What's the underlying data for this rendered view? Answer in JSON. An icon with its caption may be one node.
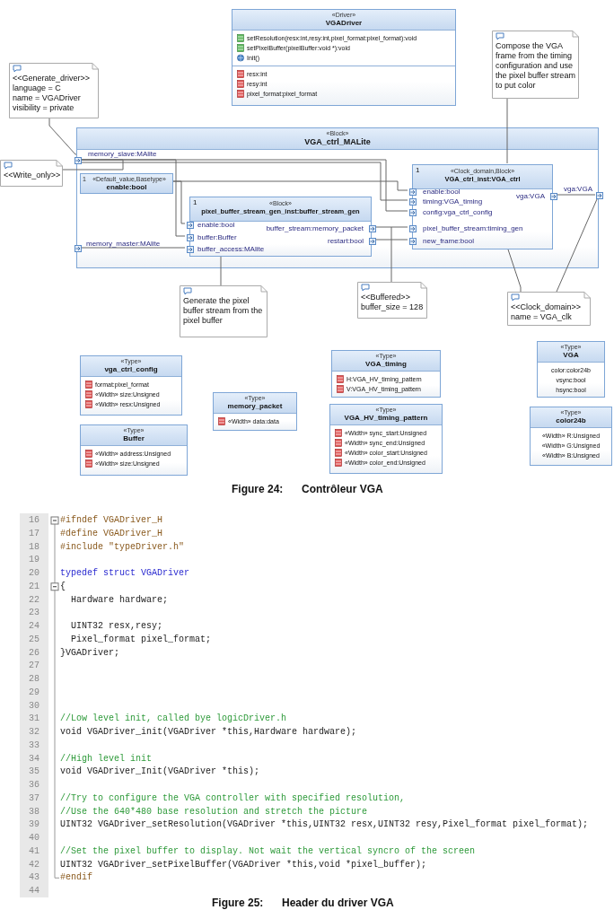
{
  "diagram": {
    "nodes": [
      {
        "text": [
          "<<Generate_driver>>",
          "language = C",
          "name = VGADriver",
          "visibility = private"
        ]
      },
      {
        "text": [
          "«Driver»",
          "VGADriver",
          "setResolution(resx:int,resy:int,pixel_format:pixel_format):void",
          "setPixelBuffer(pixelBuffer:void *):void",
          "Init()",
          "resx:int",
          "resy:int",
          "pixel_format:pixel_format"
        ]
      },
      {
        "text": [
          "Compose the VGA frame from the timing configuration and use the pixel buffer stream to put color"
        ]
      },
      {
        "text": [
          "<<Write_only>>"
        ]
      },
      {
        "text": [
          "«Block»",
          "VGA_ctrl_MALite"
        ]
      },
      {
        "text": [],
        "shape": "box",
        "beside": [
          "memory_slave:MAlite"
        ],
        "in": 4
      },
      {
        "text": [],
        "shape": "box",
        "beside": [
          "memory_master:MAlite"
        ],
        "in": 4
      },
      {
        "text": [
          "1",
          "«Default_value,Basetype»",
          "enable:bool"
        ],
        "in": 4
      },
      {
        "text": [
          "1",
          "«Block»",
          "pixel_buffer_stream_gen_inst:buffer_stream_gen"
        ],
        "in": 4
      },
      {
        "text": [],
        "shape": "box",
        "beside": [
          "enable:bool"
        ],
        "in": 8
      },
      {
        "text": [],
        "shape": "box",
        "beside": [
          "buffer:Buffer"
        ],
        "in": 8
      },
      {
        "text": [],
        "shape": "box",
        "beside": [
          "buffer_access:MAlite"
        ],
        "in": 8
      },
      {
        "text": [],
        "shape": "box",
        "beside": [
          "buffer_stream:memory_packet"
        ],
        "in": 8
      },
      {
        "text": [],
        "shape": "box",
        "beside": [
          "restart:bool"
        ],
        "in": 8
      },
      {
        "text": [
          "1",
          "«Clock_domain,Block»",
          "VGA_ctrl_inst:VGA_ctrl"
        ],
        "in": 4
      },
      {
        "text": [],
        "shape": "box",
        "beside": [
          "enable:bool"
        ],
        "in": 14
      },
      {
        "text": [],
        "shape": "box",
        "beside": [
          "timing:VGA_timing"
        ],
        "in": 14
      },
      {
        "text": [],
        "shape": "box",
        "beside": [
          "config:vga_ctrl_config"
        ],
        "in": 14
      },
      {
        "text": [],
        "shape": "box",
        "beside": [
          "pixel_buffer_stream:timing_gen"
        ],
        "in": 14
      },
      {
        "text": [],
        "shape": "box",
        "beside": [
          "new_frame:bool"
        ],
        "in": 14
      },
      {
        "text": [],
        "shape": "box",
        "beside": [
          "vga:VGA"
        ],
        "in": 14
      },
      {
        "text": [],
        "shape": "box",
        "beside": [
          "vga:VGA"
        ],
        "in": 4
      },
      {
        "text": [
          "Generate the pixel buffer stream from the pixel buffer"
        ]
      },
      {
        "text": [
          "<<Buffered>>",
          "buffer_size = 128"
        ]
      },
      {
        "text": [
          "<<Clock_domain>>",
          "name = VGA_clk"
        ]
      },
      {
        "text": [
          "«Type»",
          "vga_ctrl_config",
          "format:pixel_format",
          "«Width» size:Unsigned",
          "«Width» resx:Unsigned"
        ]
      },
      {
        "text": [
          "«Type»",
          "Buffer",
          "«Width» address:Unsigned",
          "«Width» size:Unsigned"
        ]
      },
      {
        "text": [
          "«Type»",
          "memory_packet",
          "«Width» data:data"
        ]
      },
      {
        "text": [
          "«Type»",
          "VGA_timing",
          "H:VGA_HV_timing_pattern",
          "V:VGA_HV_timing_pattern"
        ]
      },
      {
        "text": [
          "«Type»",
          "VGA_HV_timing_pattern",
          "«Width» sync_start:Unsigned",
          "«Width» sync_end:Unsigned",
          "«Width» color_start:Unsigned",
          "«Width» color_end:Unsigned"
        ]
      },
      {
        "text": [
          "«Type»",
          "VGA",
          "color:color24b",
          "vsync:bool",
          "hsync:bool"
        ]
      },
      {
        "text": [
          "«Type»",
          "color24b",
          "«Width» R:Unsigned",
          "«Width» G:Unsigned",
          "«Width» B:Unsigned"
        ]
      }
    ],
    "edges": [
      {
        "from": 0,
        "to": 4,
        "arrow": "none"
      },
      {
        "from": 2,
        "to": 14,
        "arrow": "none"
      },
      {
        "from": 3,
        "to": 5,
        "arrow": "none"
      },
      {
        "from": 5,
        "to": 16,
        "arrow": "none"
      },
      {
        "from": 5,
        "to": 17,
        "arrow": "none"
      },
      {
        "from": 5,
        "to": 10,
        "arrow": "none"
      },
      {
        "from": 7,
        "to": 15,
        "arrow": "none"
      },
      {
        "from": 7,
        "to": 9,
        "arrow": "none"
      },
      {
        "from": 6,
        "to": 11,
        "arrow": "none"
      },
      {
        "from": 12,
        "to": 18,
        "arrow": "none"
      },
      {
        "from": 19,
        "to": 13,
        "arrow": "none"
      },
      {
        "from": 20,
        "to": 21,
        "arrow": "none"
      },
      {
        "from": 22,
        "to": 8,
        "arrow": "none"
      },
      {
        "from": 23,
        "to": null,
        "arrow": "none"
      },
      {
        "from": 24,
        "to": 14,
        "arrow": "none"
      },
      {
        "from": 24,
        "to": 21,
        "arrow": "none"
      }
    ],
    "labels": [
      "Figure 24:",
      "Contrôleur VGA",
      "16",
      "#ifndef VGADriver_H",
      "17",
      "#define VGADriver_H",
      "18",
      "#include \"typeDriver.h\"",
      "19",
      "20",
      "typedef struct VGADriver",
      "21",
      "{",
      "22",
      "  Hardware hardware;",
      "23",
      "24",
      "  UINT32 resx,resy;",
      "25",
      "  Pixel_format pixel_format;",
      "26",
      "}VGADriver;",
      "27",
      "28",
      "29",
      "30",
      "31",
      "//Low level init, called bye logicDriver.h",
      "32",
      "void VGADriver_init(VGADriver *this,Hardware hardware);",
      "33",
      "34",
      "//High level init",
      "35",
      "void VGADriver_Init(VGADriver *this);",
      "36",
      "37",
      "//Try to configure the VGA controller with specified resolution,",
      "38",
      "//Use the 640*480 base resolution and stretch the picture",
      "39",
      "UINT32 VGADriver_setResolution(VGADriver *this,UINT32 resx,UINT32 resy,Pixel_format pixel_format);",
      "40",
      "41",
      "//Set the pixel buffer to display. Not wait the vertical syncro of the screen",
      "42",
      "UINT32 VGADriver_setPixelBuffer(VGADriver *this,void *pixel_buffer);",
      "43",
      "#endif",
      "44",
      "Figure 25:",
      "Header du driver VGA"
    ]
  }
}
